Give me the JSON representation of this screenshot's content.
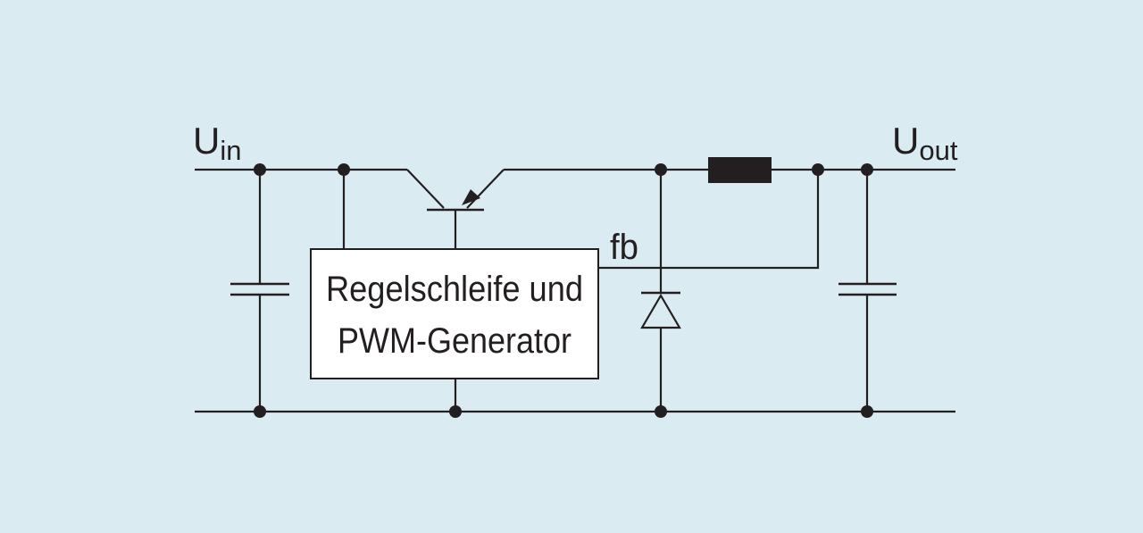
{
  "diagram": {
    "labels": {
      "input_base": "U",
      "input_sub": "in",
      "output_base": "U",
      "output_sub": "out",
      "feedback": "fb",
      "block_line1": "Regelschleife und",
      "block_line2": "PWM-Generator"
    },
    "colors": {
      "background": "#daecf2",
      "ink": "#231f20",
      "block_fill": "#ffffff"
    },
    "components": [
      "input-capacitor",
      "pnp-transistor",
      "control-block",
      "freewheel-diode",
      "inductor",
      "output-capacitor"
    ]
  }
}
